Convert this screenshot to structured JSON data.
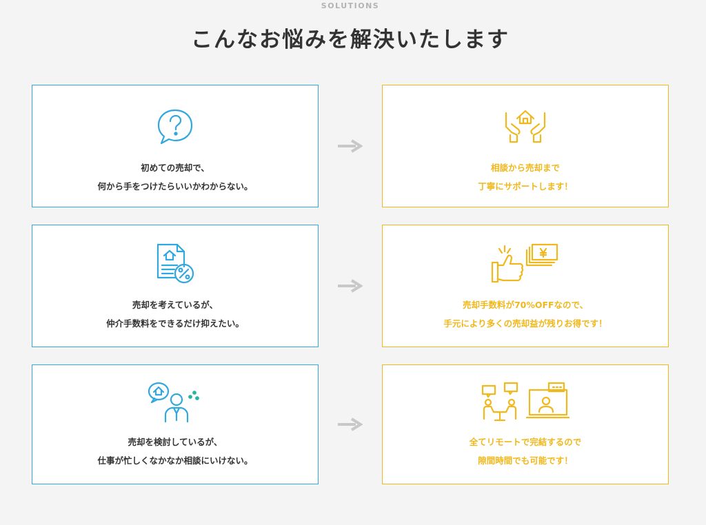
{
  "section": {
    "eyebrow": "SOLUTIONS",
    "title": "こんなお悩みを解決いたします"
  },
  "colors": {
    "problem": "#30a8df",
    "solution": "#f0b81c",
    "arrow": "#c8c8c8",
    "text": "#333333"
  },
  "rows": [
    {
      "problem": {
        "icon": "question-bubble-icon",
        "line1": "初めての売却で、",
        "line2": "何から手をつけたらいいかわからない。"
      },
      "solution": {
        "icon": "hands-house-icon",
        "line1": "相談から売却まで",
        "line2": "丁寧にサポートします！"
      }
    },
    {
      "problem": {
        "icon": "document-percent-icon",
        "line1": "売却を考えているが、",
        "line2": "仲介手数料をできるだけ抑えたい。"
      },
      "solution": {
        "icon": "thumbs-up-money-icon",
        "line1": "売却手数料が70%OFFなので、",
        "line2": "手元により多くの売却益が残りお得です！"
      }
    },
    {
      "problem": {
        "icon": "worried-person-icon",
        "line1": "売却を検討しているが、",
        "line2": "仕事が忙しくなかなか相談にいけない。"
      },
      "solution": {
        "icon": "remote-meeting-icon",
        "line1": "全てリモートで完結するので",
        "line2": "隙間時間でも可能です！"
      }
    }
  ]
}
